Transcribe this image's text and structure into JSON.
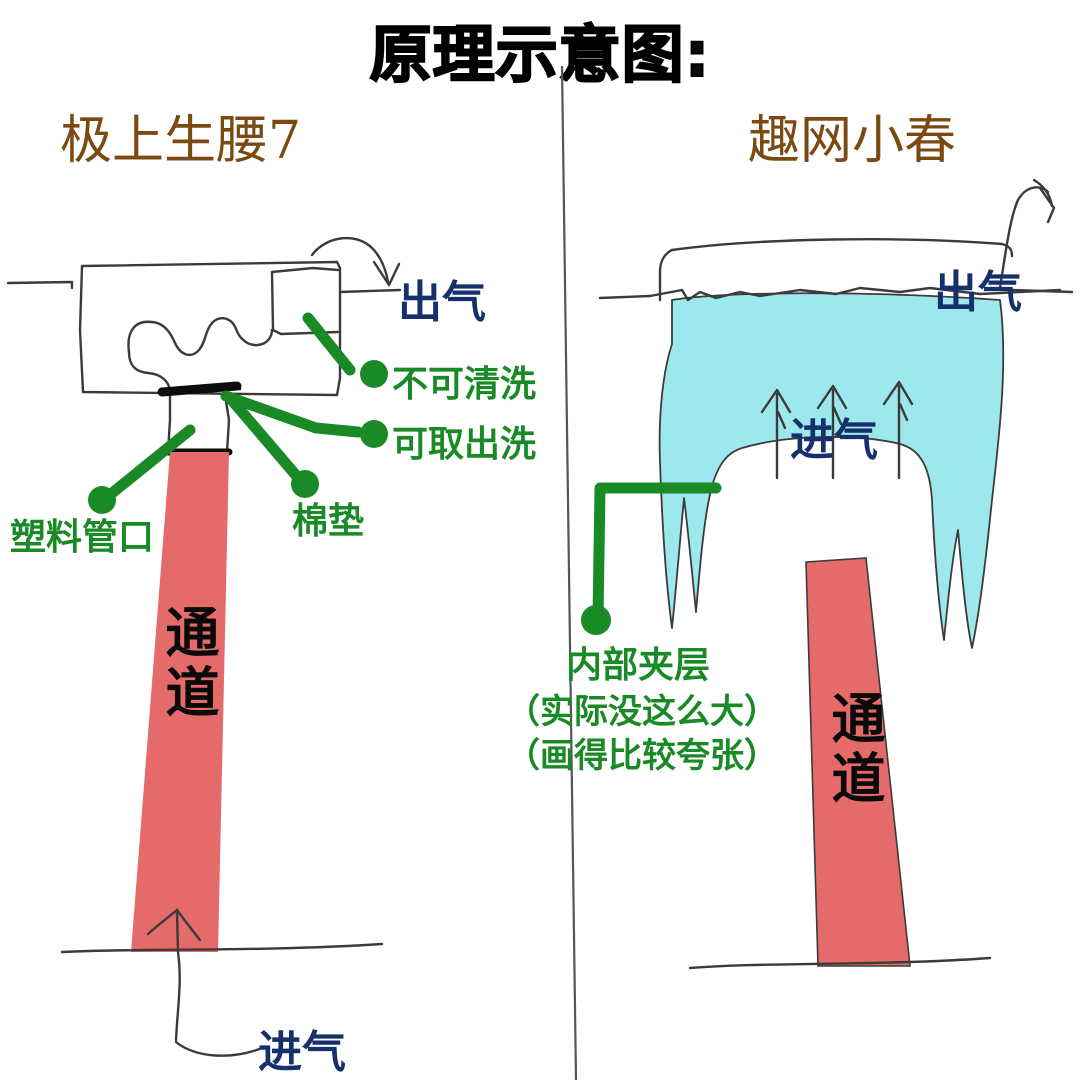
{
  "title": "原理示意图:",
  "divider": {
    "name": "center-divider",
    "color": "#555555"
  },
  "palette": {
    "pink_channel": "#E56A6A",
    "cyan_layer": "#9DE8ED",
    "green_annotation": "#1a8a26",
    "blue_label": "#15306b",
    "brand_heading": "#7a4a12",
    "sketch_stroke": "#3b3b3b"
  },
  "left": {
    "heading": "极上生腰7",
    "labels": {
      "outlet": "出气",
      "inlet": "进气",
      "channel": "通道",
      "not_washable": "不可清洗",
      "removable_washable": "可取出洗",
      "plastic_nozzle": "塑料管口",
      "cotton_pad": "棉垫"
    }
  },
  "right": {
    "heading": "趣网小春",
    "labels": {
      "outlet": "出气",
      "inlet": "进气",
      "channel": "通道",
      "inner_layer": "内部夹层",
      "note_1": "（实际没这么大）",
      "note_2": "（画得比较夸张）"
    }
  }
}
